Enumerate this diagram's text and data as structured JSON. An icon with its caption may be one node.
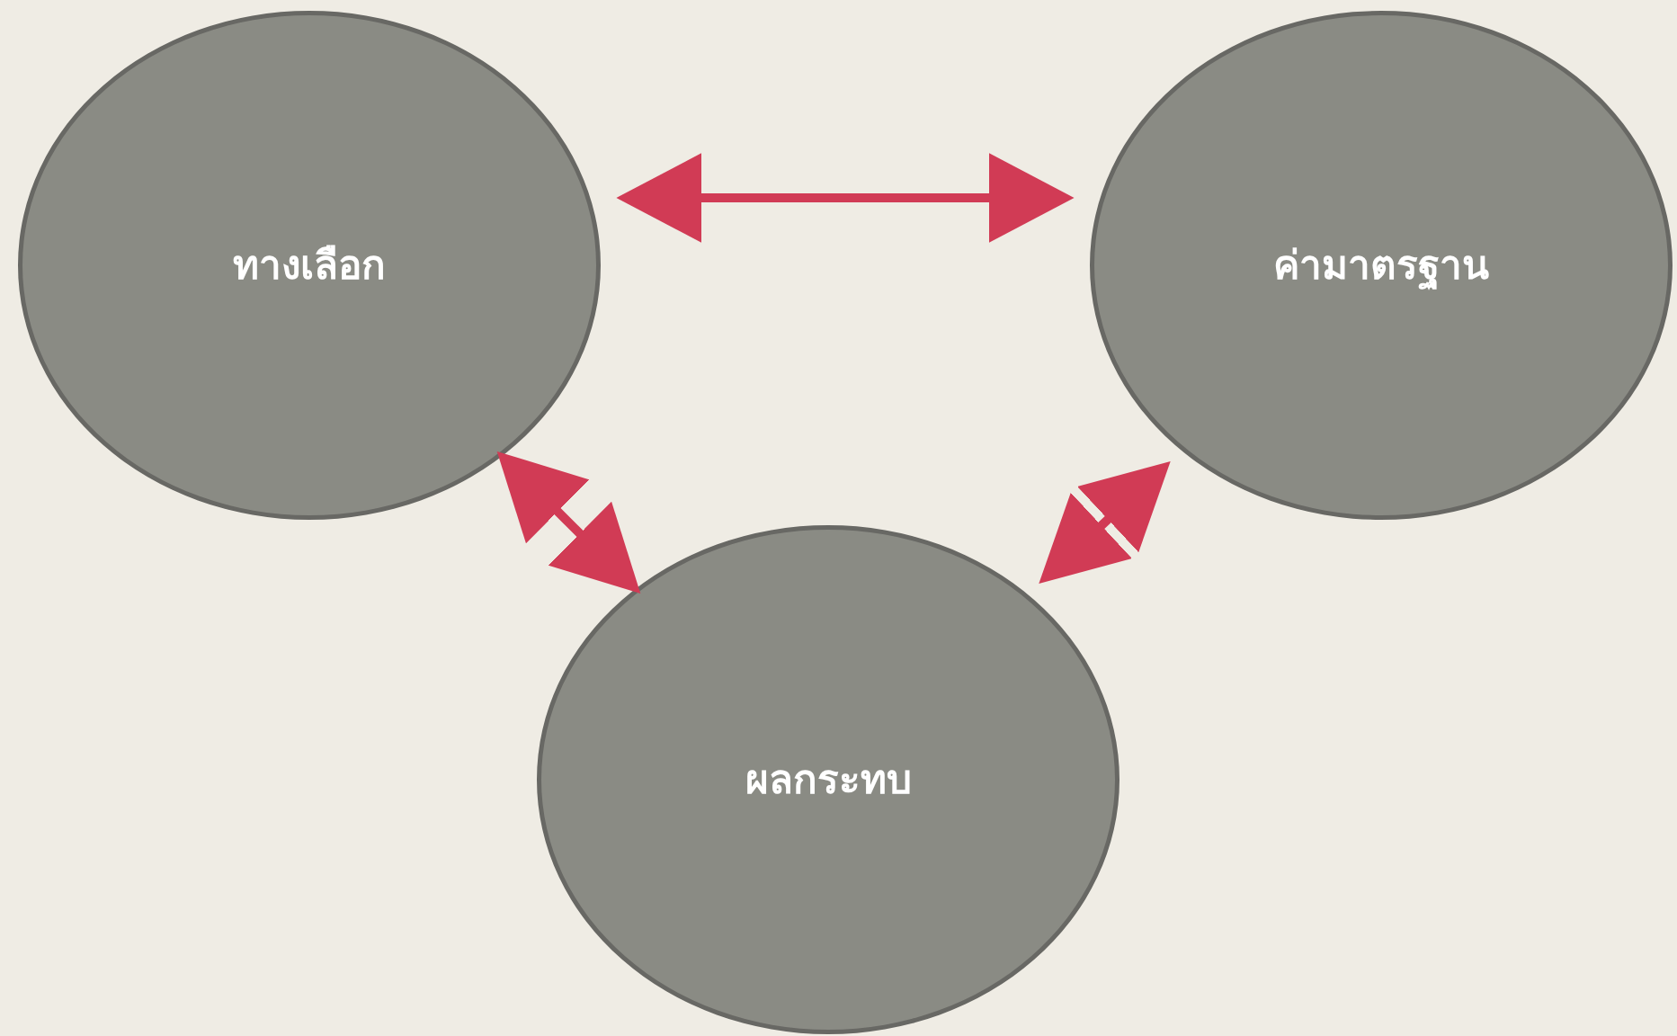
{
  "diagram": {
    "nodes": [
      {
        "text": [
          "ทางเลือก"
        ]
      },
      {
        "text": [
          "ค่ามาตรฐาน"
        ]
      },
      {
        "text": [
          "ผลกระทบ"
        ]
      }
    ],
    "edges": [
      {
        "from": 0,
        "to": 1,
        "arrow": "both",
        "color": "#d13b55"
      },
      {
        "from": 0,
        "to": 2,
        "arrow": "both",
        "color": "#d13b55"
      },
      {
        "from": 1,
        "to": 2,
        "arrow": "both",
        "color": "#d13b55"
      }
    ]
  }
}
